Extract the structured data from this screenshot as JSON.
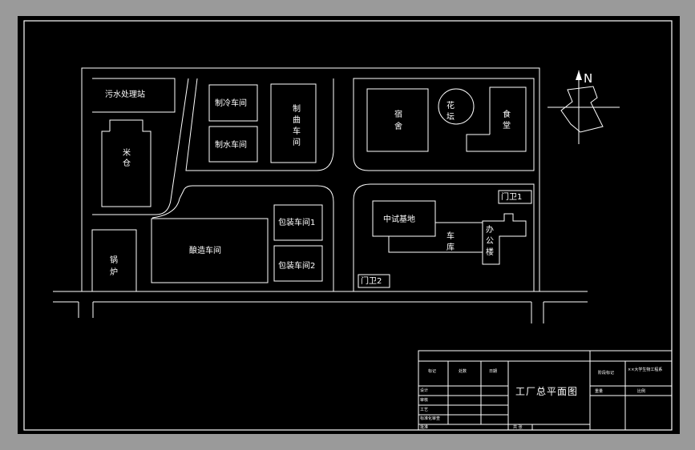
{
  "colors": {
    "background": "#000000",
    "lines": "#ffffff",
    "margin": "#9a9a9a"
  },
  "compass": {
    "label": "N"
  },
  "buildings": {
    "sewage": "污水处理站",
    "rice_line1": "米",
    "rice_line2": "仓",
    "cooling": "制冷车间",
    "water": "制水车间",
    "koji_1": "制",
    "koji_2": "曲",
    "koji_3": "车",
    "koji_4": "间",
    "dorm_1": "宿",
    "dorm_2": "舍",
    "garden_1": "花",
    "garden_2": "坛",
    "canteen_1": "食",
    "canteen_2": "堂",
    "gate1": "门卫1",
    "pilot": "中试基地",
    "garage_1": "车",
    "garage_2": "库",
    "office_1": "办",
    "office_2": "公",
    "office_3": "楼",
    "brew": "酿造车间",
    "pack1": "包装车间1",
    "pack2": "包装车间2",
    "boiler_1": "锅",
    "boiler_2": "炉",
    "gate2": "门卫2"
  },
  "title_block": {
    "drawing_title": "工厂总平面图",
    "col_1": "标记",
    "col_2": "处数",
    "col_3": "日期",
    "row_1": "设计",
    "row_2": "审核",
    "row_3": "工艺",
    "row_4": "标准化审查",
    "row_5": "批准",
    "stage": "阶段标记",
    "weight": "重量",
    "company": "××大学生物工程系",
    "scale": "比例",
    "sheet": "共  张"
  }
}
